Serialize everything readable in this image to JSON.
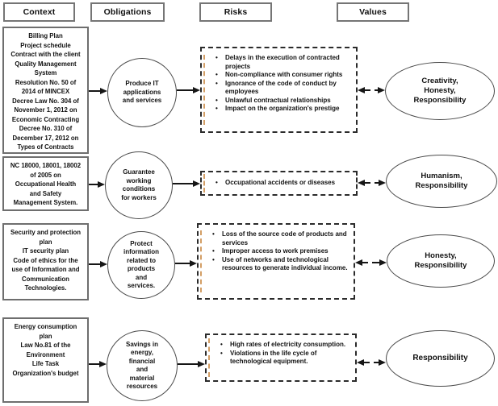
{
  "headers": {
    "context": "Context",
    "obligations": "Obligations",
    "risks": "Risks",
    "values": "Values"
  },
  "rows": [
    {
      "context": "Billing Plan\nProject schedule\nContract with the client\nQuality Management\nSystem\nResolution No. 50 of\n2014 of MINCEX\nDecree Law No. 304 of\nNovember 1, 2012 on\nEconomic Contracting\nDecree No. 310 of\nDecember 17, 2012 on\nTypes of Contracts",
      "obligation": "Produce IT\napplications\nand services",
      "risks": [
        "Delays in the execution of contracted projects",
        "Non-compliance with consumer rights",
        "Ignorance of the code of conduct by employees",
        "Unlawful contractual relationships",
        "Impact on the organization's prestige"
      ],
      "values": "Creativity,\nHonesty,\nResponsibility"
    },
    {
      "context": "NC 18000, 18001, 18002\nof 2005 on\nOccupational Health\nand Safety\nManagement System.",
      "obligation": "Guarantee\nworking\nconditions\nfor workers",
      "risks": [
        "Occupational accidents or diseases"
      ],
      "values": "Humanism,\nResponsibility"
    },
    {
      "context": "Security and protection\nplan\nIT security plan\nCode of ethics for the\nuse of Information and\nCommunication\nTechnologies.",
      "obligation": "Protect\ninformation\nrelated to\nproducts\nand\nservices.",
      "risks": [
        "Loss of the source code of products and services",
        "Improper access to work premises",
        "Use of networks and technological resources to generate individual income."
      ],
      "values": "Honesty,\nResponsibility"
    },
    {
      "context": "Energy consumption\nplan\nLaw No.81 of the\nEnvironment\nLife Task\nOrganization's budget",
      "obligation": "Savings in\nenergy,\nfinancial\nand\nmaterial\nresources",
      "risks": [
        "High rates of electricity consumption.",
        "Violations in the life cycle of technological equipment."
      ],
      "values": "Responsibility"
    }
  ],
  "colors": {
    "box_border": "#6e6e6e",
    "shape_stroke": "#4a4a4a",
    "dashed_border": "#2b2b2b",
    "arrow": "#161616",
    "accent_orange": "#cf9455",
    "ink": "#111111",
    "background": "#ffffff"
  }
}
